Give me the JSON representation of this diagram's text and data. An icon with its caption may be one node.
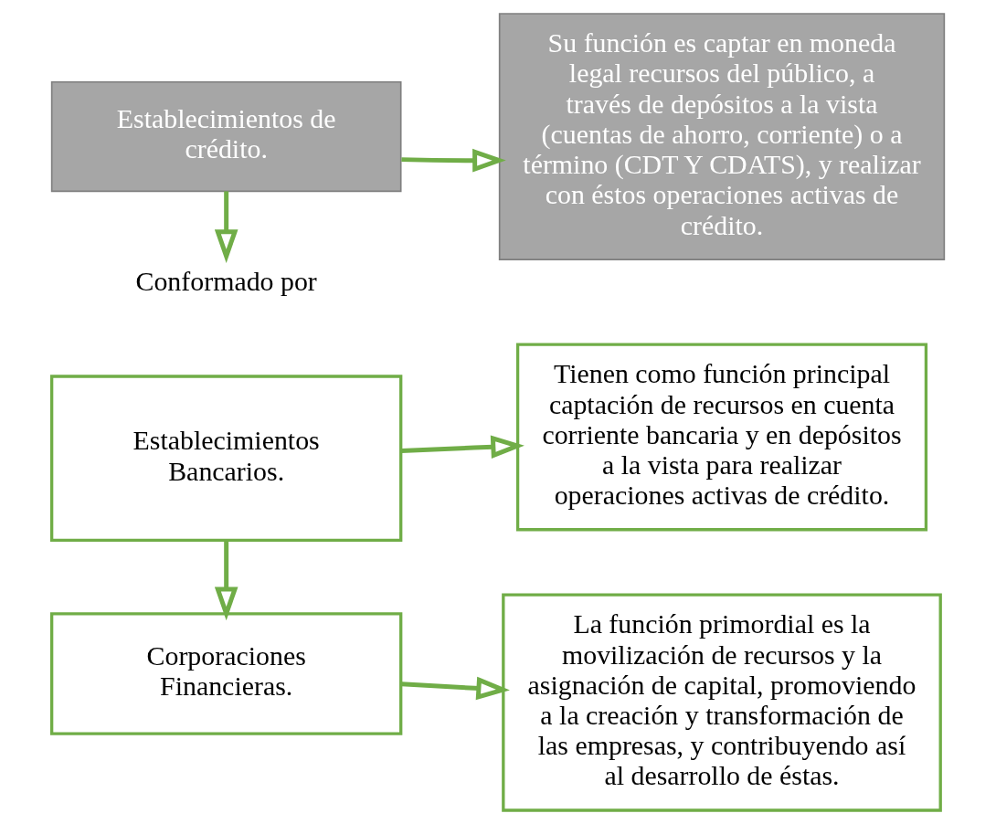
{
  "diagram": {
    "nodes": [
      {
        "text": [
          "Establecimientos de crédito."
        ]
      },
      {
        "text": [
          "Su función es captar en moneda legal recursos del público, a través de depósitos a la vista (cuentas de ahorro, corriente) o a término (CDT Y CDATS), y realizar con éstos operaciones activas de crédito."
        ]
      },
      {
        "text": [
          "Conformado por"
        ]
      },
      {
        "text": [
          "Establecimientos Bancarios."
        ]
      },
      {
        "text": [
          "Tienen como función principal captación de recursos en cuenta corriente bancaria y en depósitos a la vista para realizar operaciones activas de crédito."
        ]
      },
      {
        "text": [
          "Corporaciones Financieras."
        ]
      },
      {
        "text": [
          "La función primordial es la movilización de recursos y la asignación de capital, promoviendo a la creación y transformación de las empresas, y contribuyendo así  al desarrollo de éstas."
        ]
      }
    ],
    "edges": [
      {
        "from": 0,
        "to": 1,
        "arrow": "to"
      },
      {
        "from": 0,
        "to": 2,
        "arrow": "to"
      },
      {
        "from": 3,
        "to": 4,
        "arrow": "to"
      },
      {
        "from": 3,
        "to": 5,
        "arrow": "to"
      },
      {
        "from": 5,
        "to": 6,
        "arrow": "to"
      }
    ]
  }
}
